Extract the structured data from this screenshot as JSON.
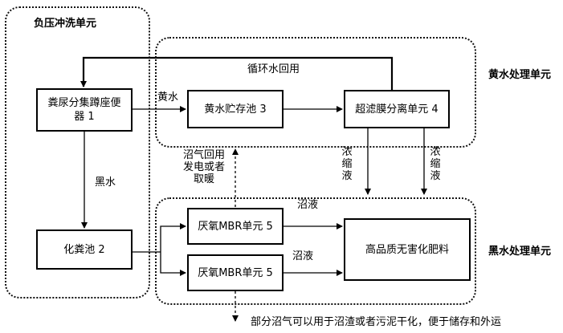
{
  "regions": {
    "negative_pressure_flush": "负压冲洗单元",
    "yellow_water_treatment": "黄水处理单元",
    "black_water_treatment": "黑水处理单元"
  },
  "boxes": {
    "toilet": "粪尿分集蹲座便器 1",
    "yellow_tank": "黄水贮存池 3",
    "uf_membrane": "超滤膜分离单元 4",
    "septic_tank": "化粪池 2",
    "mbr_upper": "厌氧MBR单元 5",
    "mbr_lower": "厌氧MBR单元 5",
    "fertilizer": "高品质无害化肥料"
  },
  "labels": {
    "recycle_water": "循环水回用",
    "yellow_water": "黄水",
    "black_water": "黑水",
    "biogas_reuse": "沼气回用发电或者取暖",
    "concentrate_left": "浓缩液",
    "concentrate_right": "浓缩液",
    "digestate_top": "沼液",
    "digestate_mid": "沼液",
    "footnote": "部分沼气可以用于沼渣或者污泥干化，便于储存和外运"
  }
}
